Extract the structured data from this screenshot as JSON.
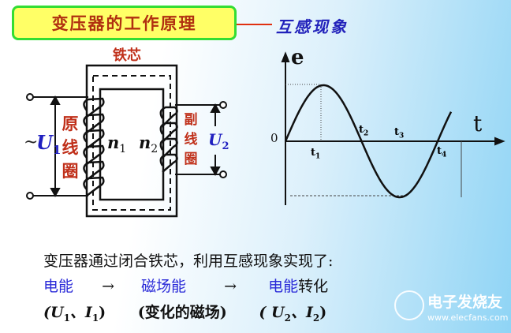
{
  "title": "变压器的工作原理",
  "subtitle": "互感现象",
  "diagram": {
    "core_label": "铁芯",
    "primary_coil_label": [
      "原",
      "线",
      "圈"
    ],
    "secondary_coil_label": [
      "副",
      "线",
      "圈"
    ],
    "u1": "U",
    "u1_sub": "1",
    "u2": "U",
    "u2_sub": "2",
    "n1": "n",
    "n1_sub": "1",
    "n2": "n",
    "n2_sub": "2",
    "ac_symbol": "~"
  },
  "waveform": {
    "y_label": "e",
    "x_label": "t",
    "origin": "0",
    "ticks": [
      {
        "t": "t",
        "sub": "1"
      },
      {
        "t": "t",
        "sub": "2"
      },
      {
        "t": "t",
        "sub": "3"
      },
      {
        "t": "t",
        "sub": "4"
      }
    ]
  },
  "text": {
    "line1": "变压器通过闭合铁芯，利用互感现象实现了:",
    "line2": {
      "a": "电能",
      "arrow1": "→",
      "b": "磁场能",
      "arrow2": "→",
      "c": "电能",
      "d": "转化"
    },
    "line3": {
      "a": "(U",
      "a_sub": "1",
      "a_mid": "、I",
      "a_sub2": "1",
      "a_end": ")",
      "b": "(变化的磁场)",
      "c": "( U",
      "c_sub": "2",
      "c_mid": "、I",
      "c_sub2": "2",
      "c_end": ")"
    }
  },
  "watermark": {
    "name": "电子发烧友",
    "url": "www.elecfans.com"
  }
}
